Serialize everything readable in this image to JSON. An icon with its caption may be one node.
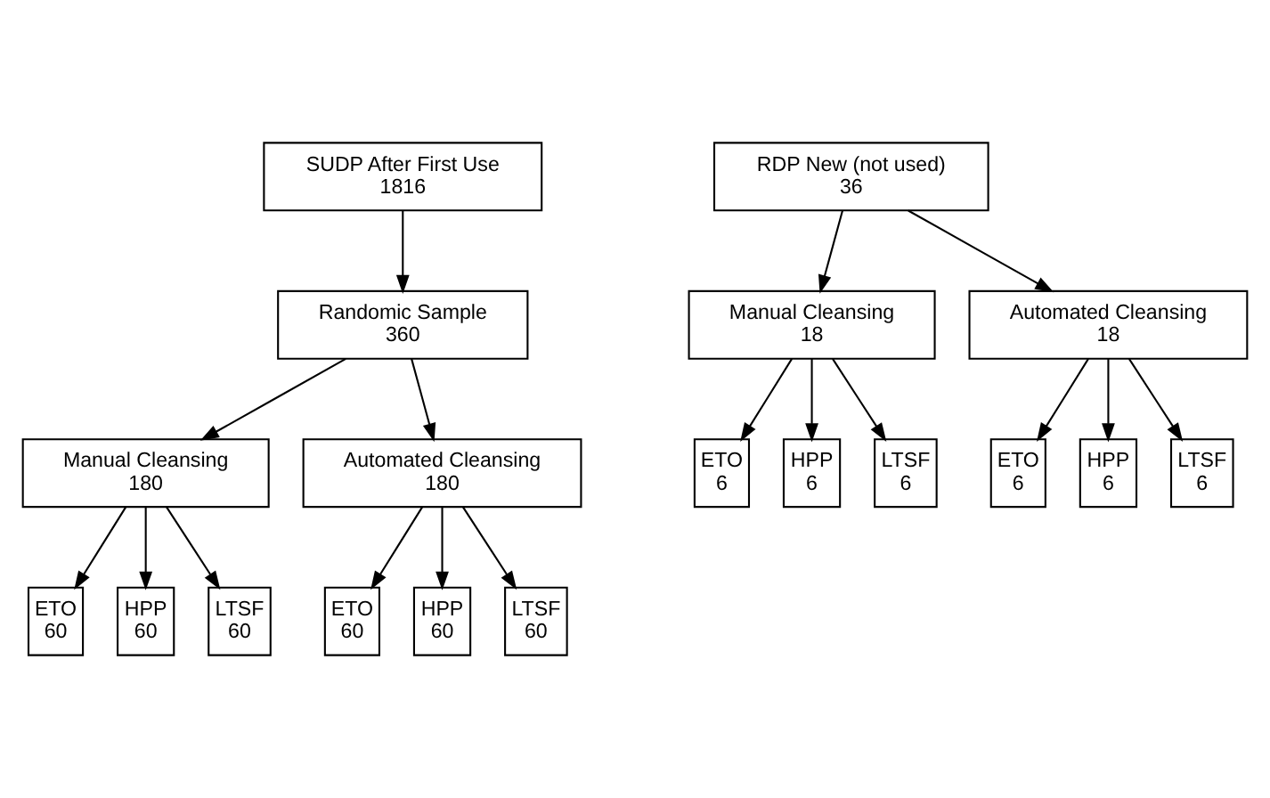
{
  "diagram": {
    "nodes": [
      {
        "text": [
          "SUDP After First Use",
          "1816"
        ]
      },
      {
        "text": [
          "Randomic Sample",
          "360"
        ]
      },
      {
        "text": [
          "Manual Cleansing",
          "180"
        ]
      },
      {
        "text": [
          "Automated Cleansing",
          "180"
        ]
      },
      {
        "text": [
          "ETO",
          "60"
        ]
      },
      {
        "text": [
          "HPP",
          "60"
        ]
      },
      {
        "text": [
          "LTSF",
          "60"
        ]
      },
      {
        "text": [
          "ETO",
          "60"
        ]
      },
      {
        "text": [
          "HPP",
          "60"
        ]
      },
      {
        "text": [
          "LTSF",
          "60"
        ]
      },
      {
        "text": [
          "RDP New (not used)",
          "36"
        ]
      },
      {
        "text": [
          "Manual Cleansing",
          "18"
        ]
      },
      {
        "text": [
          "Automated Cleansing",
          "18"
        ]
      },
      {
        "text": [
          "ETO",
          "6"
        ]
      },
      {
        "text": [
          "HPP",
          "6"
        ]
      },
      {
        "text": [
          "LTSF",
          "6"
        ]
      },
      {
        "text": [
          "ETO",
          "6"
        ]
      },
      {
        "text": [
          "HPP",
          "6"
        ]
      },
      {
        "text": [
          "LTSF",
          "6"
        ]
      }
    ],
    "edges": [
      {
        "from": 0,
        "to": 1,
        "arrow": "to"
      },
      {
        "from": 1,
        "to": 2,
        "arrow": "to"
      },
      {
        "from": 1,
        "to": 3,
        "arrow": "to"
      },
      {
        "from": 2,
        "to": 4,
        "arrow": "to"
      },
      {
        "from": 2,
        "to": 5,
        "arrow": "to"
      },
      {
        "from": 2,
        "to": 6,
        "arrow": "to"
      },
      {
        "from": 3,
        "to": 7,
        "arrow": "to"
      },
      {
        "from": 3,
        "to": 8,
        "arrow": "to"
      },
      {
        "from": 3,
        "to": 9,
        "arrow": "to"
      },
      {
        "from": 10,
        "to": 11,
        "arrow": "to"
      },
      {
        "from": 10,
        "to": 12,
        "arrow": "to"
      },
      {
        "from": 11,
        "to": 13,
        "arrow": "to"
      },
      {
        "from": 11,
        "to": 14,
        "arrow": "to"
      },
      {
        "from": 11,
        "to": 15,
        "arrow": "to"
      },
      {
        "from": 12,
        "to": 16,
        "arrow": "to"
      },
      {
        "from": 12,
        "to": 17,
        "arrow": "to"
      },
      {
        "from": 12,
        "to": 18,
        "arrow": "to"
      }
    ]
  }
}
